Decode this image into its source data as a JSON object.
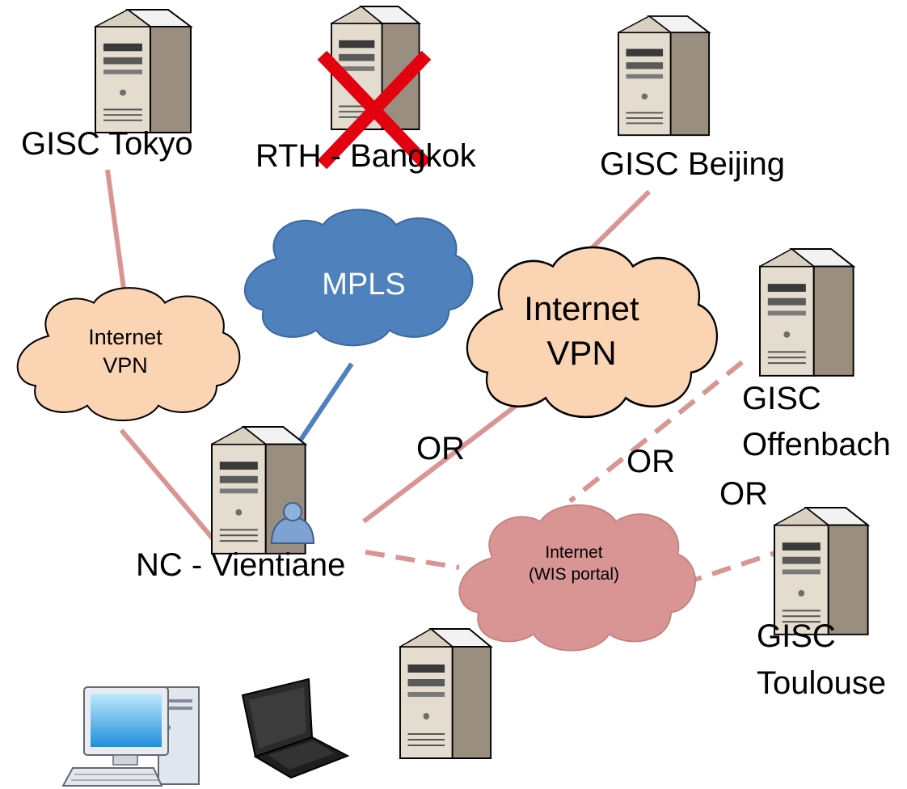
{
  "nodes": {
    "gisc_tokyo": "GISC Tokyo",
    "rth_bangkok": "RTH - Bangkok",
    "gisc_beijing": "GISC Beijing",
    "gisc_offenbach_line1": "GISC",
    "gisc_offenbach_line2": "Offenbach",
    "gisc_toulouse_line1": "GISC",
    "gisc_toulouse_line2": "Toulouse",
    "nc_vientiane": "NC - Vientiane"
  },
  "clouds": {
    "mpls": "MPLS",
    "internet_vpn_left_line1": "Internet",
    "internet_vpn_left_line2": "VPN",
    "internet_vpn_right_line1": "Internet",
    "internet_vpn_right_line2": "VPN",
    "wis_portal_line1": "Internet",
    "wis_portal_line2": "(WIS portal)"
  },
  "or_labels": {
    "or_1": "OR",
    "or_2": "OR",
    "or_3": "OR"
  },
  "colors": {
    "link_solid": "#D99594",
    "link_mpls": "#4F81BD",
    "cloud_peach": "#FBD4B4",
    "cloud_blue": "#4F81BD",
    "cloud_pink": "#D99594",
    "cross_red": "#E3000F"
  }
}
